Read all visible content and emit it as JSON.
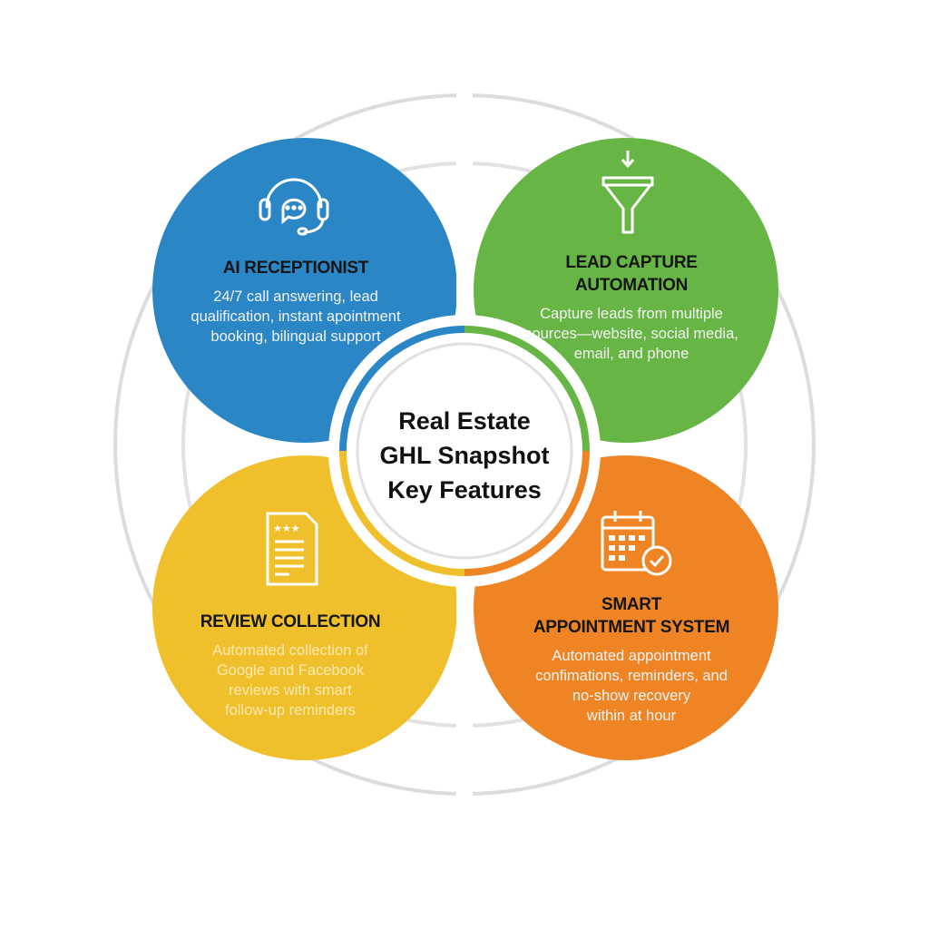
{
  "center": {
    "lines": [
      "Real Estate",
      "GHL Snapshot",
      "Key Features"
    ]
  },
  "features": [
    {
      "title": [
        "AI RECEPTIONIST"
      ],
      "desc": [
        "24/7 call answering, lead",
        "qualification, instant apointment",
        "booking, bilingual support"
      ],
      "color": "#2a86c4",
      "icon": "headset-chat-icon"
    },
    {
      "title": [
        "LEAD CAPTURE",
        "AUTOMATION"
      ],
      "desc": [
        "Capture leads from multiple",
        "sources—website, social media,",
        "email, and phone"
      ],
      "color": "#67b544",
      "icon": "funnel-icon"
    },
    {
      "title": [
        "REVIEW COLLECTION"
      ],
      "desc": [
        "Automated collection of",
        "Google and Facebook",
        "reviews with smart",
        "follow-up reminders"
      ],
      "color": "#f0bf2c",
      "icon": "review-document-icon"
    },
    {
      "title": [
        "SMART",
        "APPOINTMENT SYSTEM"
      ],
      "desc": [
        "Automated appointment",
        "confimations, reminders, and",
        "no-show recovery",
        "within at hour"
      ],
      "color": "#ee8424",
      "icon": "calendar-check-icon"
    }
  ],
  "ring_color": "#d9d9d9"
}
